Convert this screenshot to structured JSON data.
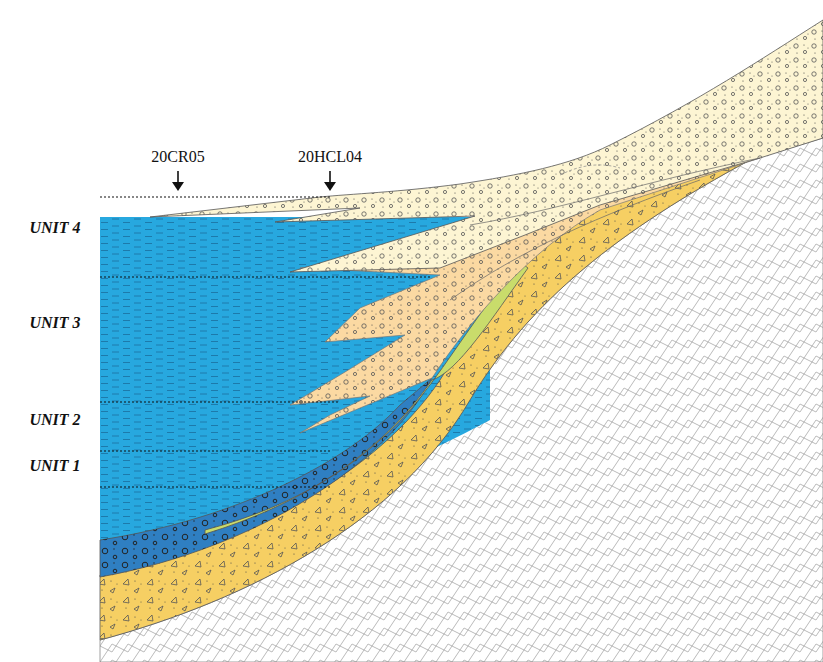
{
  "diagram": {
    "labels": [
      "20CR05",
      "20HCL04",
      "UNIT 4",
      "UNIT 3",
      "UNIT 2",
      "UNIT 1"
    ]
  }
}
